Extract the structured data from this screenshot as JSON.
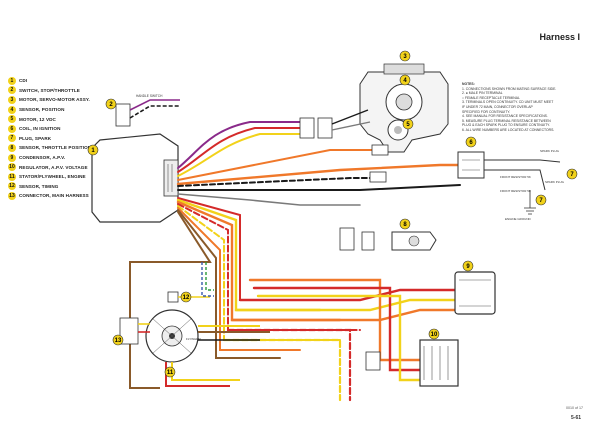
{
  "title": "Harness I",
  "legend": [
    {
      "num": "1",
      "label": "CDI"
    },
    {
      "num": "2",
      "label": "SWITCH, STOP/THROTTLE"
    },
    {
      "num": "3",
      "label": "MOTOR, SERVO-MOTOR ASSY."
    },
    {
      "num": "4",
      "label": "SENSOR, POSITION"
    },
    {
      "num": "5",
      "label": "MOTOR, 12 VDC"
    },
    {
      "num": "6",
      "label": "COIL, IN IGNITION"
    },
    {
      "num": "7",
      "label": "PLUG, SPARK"
    },
    {
      "num": "8",
      "label": "SENSOR, THROTTLE POSITION"
    },
    {
      "num": "9",
      "label": "CONDENSOR, A.P.V."
    },
    {
      "num": "10",
      "label": "REGULATOR, A.P.V. VOLTAGE"
    },
    {
      "num": "11",
      "label": "STATOR/FLYWHEEL, ENGINE"
    },
    {
      "num": "12",
      "label": "SENSOR, TIMING"
    },
    {
      "num": "13",
      "label": "CONNECTOR, MAIN HARNESS"
    }
  ],
  "notes": {
    "heading": "NOTES:",
    "lines": [
      "1. CONNECTIONS SHOWN FROM MATING SURFACE SIDE.",
      "2. ● MALE PIN TERMINAL",
      "   ○ FEMALE RECEPTACLE TERMINAL",
      "3. TERMINALS OPEN CONTINUITY. CD UNIT MUST MEET",
      "   IF UNDER 72 MAIN, CONNECTOR OVERLAP",
      "   SPECIFIED FOR CONTINUITY.",
      "4. SEE MANUAL FOR RESISTANCE SPECIFICATIONS.",
      "5. MEASURE PLUG TERMINAL RESISTANCE BETWEEN",
      "   PLUG & EACH SPARK PLUG TO ENSURE CONTINUITY.",
      "6. ALL WIRE NUMBERS ARE LOCATED AT CONNECTORS."
    ]
  },
  "callouts": [
    "1",
    "2",
    "3",
    "4",
    "5",
    "6",
    "7",
    "8",
    "9",
    "10",
    "11",
    "12",
    "13"
  ],
  "small_labels": {
    "switch": "HANDLE SWITCH",
    "plug_a": "SPARK PLUG",
    "plug_b": "SPARK PLUG",
    "resistor_a": "FRONT RESISTOR 5K",
    "resistor_b": "FRONT RESISTOR 5K",
    "ground": "ENGINE GROUND",
    "stator": "FLYWHEEL"
  },
  "footer_code": "0010 of 17",
  "page_number": "5-61",
  "colors": {
    "yellow": "#f2d21a",
    "orange": "#f0782a",
    "red": "#d42a2a",
    "brown": "#8a5a2a",
    "black": "#1a1a1a",
    "purple": "#8a2a8a",
    "green": "#2a9a3a",
    "blue": "#3a5aaa",
    "gray": "#7a7a7a",
    "white": "#ffffff"
  }
}
